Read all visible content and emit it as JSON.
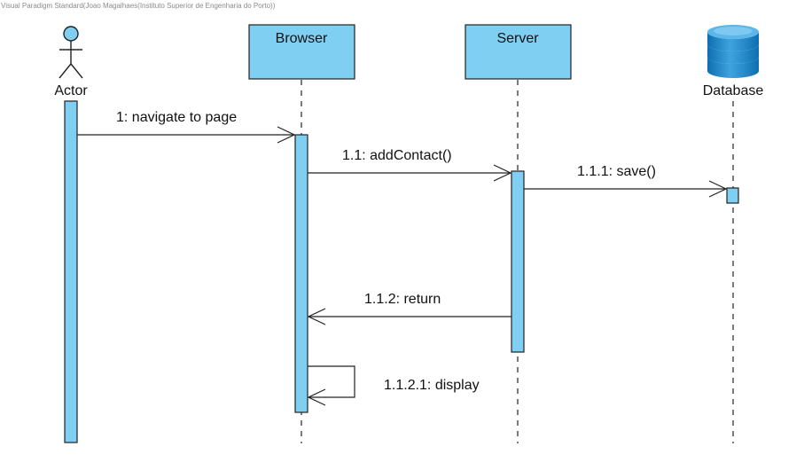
{
  "watermark": "Visual Paradigm Standard(Joao Magalhaes(Instituto Superior de Engenharia do Porto))",
  "colors": {
    "box_fill": "#7FCFF2",
    "stroke": "#222222",
    "activation_fill": "#7FCFF2",
    "database_dark": "#0E6FB0",
    "database_light": "#3FA3E0"
  },
  "lifelines": {
    "actor": {
      "label": "Actor",
      "icon": "actor-stick-figure-icon"
    },
    "browser": {
      "label": "Browser"
    },
    "server": {
      "label": "Server"
    },
    "database": {
      "label": "Database",
      "icon": "database-cylinder-icon"
    }
  },
  "messages": {
    "m1": "1: navigate to page",
    "m11": "1.1: addContact()",
    "m111": "1.1.1: save()",
    "m112": "1.1.2: return",
    "m1121": "1.1.2.1: display"
  }
}
